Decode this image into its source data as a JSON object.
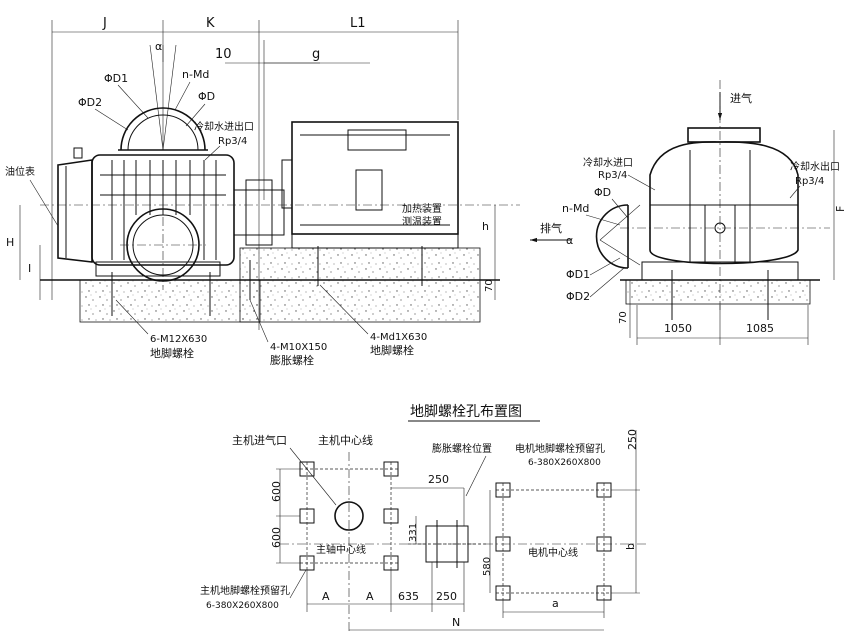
{
  "front_view": {
    "dim_J": "J",
    "dim_K": "K",
    "dim_L1": "L1",
    "dim_10": "10",
    "dim_g": "g",
    "alpha": "α",
    "phi_D1": "ΦD1",
    "n_Md": "n-Md",
    "phi_D2": "ΦD2",
    "phi_D": "ΦD",
    "cooling_water_inlet_outlet": "冷却水进出口",
    "rp_size": "Rp3/4",
    "oil_gauge": "油位表",
    "dim_H": "H",
    "dim_I": "I",
    "dim_h": "h",
    "dim_70": "70",
    "heater_label": "加热装置",
    "speed_label": "测温装置",
    "bolt_spec_1": "6-M12X630",
    "bolt_name_1": "地脚螺栓",
    "bolt_spec_2": "4-M10X150",
    "bolt_name_2": "膨胀螺栓",
    "bolt_spec_3": "4-Md1X630",
    "bolt_name_3": "地脚螺栓"
  },
  "side_view": {
    "intake": "进气",
    "exhaust": "排气",
    "cooling_water_inlet": "冷却水进口",
    "cooling_water_outlet": "冷却水出口",
    "rp_left": "Rp3/4",
    "rp_right": "Rp3/4",
    "phi_D": "ΦD",
    "n_Md": "n-Md",
    "alpha": "α",
    "phi_D1": "ΦD1",
    "phi_D2": "ΦD2",
    "dim_F": "F",
    "dim_70": "70",
    "dim_1050": "1050",
    "dim_1085": "1085"
  },
  "plan_view": {
    "title": "地脚螺栓孔布置图",
    "main_inlet": "主机进气口",
    "main_centerline": "主机中心线",
    "expansion_bolt_position": "膨胀螺栓位置",
    "motor_bolt_hole": "电机地脚螺栓预留孔",
    "motor_bolt_hole_spec": "6-380X260X800",
    "main_axis_centerline": "主轴中心线",
    "motor_centerline": "电机中心线",
    "main_bolt_hole": "主机地脚螺栓预留孔",
    "main_bolt_hole_spec": "6-380X260X800",
    "dim_600_top": "600",
    "dim_600_bottom": "600",
    "dim_250_top": "250",
    "dim_331": "331",
    "dim_580": "580",
    "dim_250_right": "250",
    "dim_b": "b",
    "dim_A1": "A",
    "dim_A2": "A",
    "dim_635": "635",
    "dim_250_bottom": "250",
    "dim_a": "a",
    "dim_N": "N"
  }
}
